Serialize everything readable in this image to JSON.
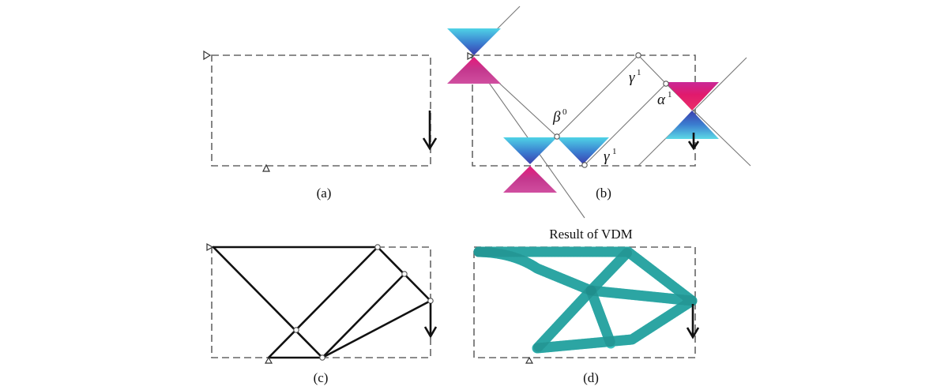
{
  "panels": {
    "a": {
      "caption": "(a)"
    },
    "b": {
      "caption": "(b)",
      "labels": {
        "beta": {
          "symbol": "β",
          "index": "0"
        },
        "gamma_top": {
          "symbol": "γ",
          "index": "1"
        },
        "gamma_bottom": {
          "symbol": "γ",
          "index": "1"
        },
        "alpha": {
          "symbol": "α",
          "index": "1"
        }
      }
    },
    "c": {
      "caption": "(c)"
    },
    "d": {
      "caption": "(d)",
      "title": "Result of VDM"
    }
  },
  "colors": {
    "frame": "#666666",
    "member": "#111111",
    "vdm": "#3cc4c0",
    "cone_cyan": "#4fd3e6",
    "cone_blue": "#3b3fae",
    "cone_magenta": "#e6197a",
    "cone_pink": "#d04fa0"
  }
}
